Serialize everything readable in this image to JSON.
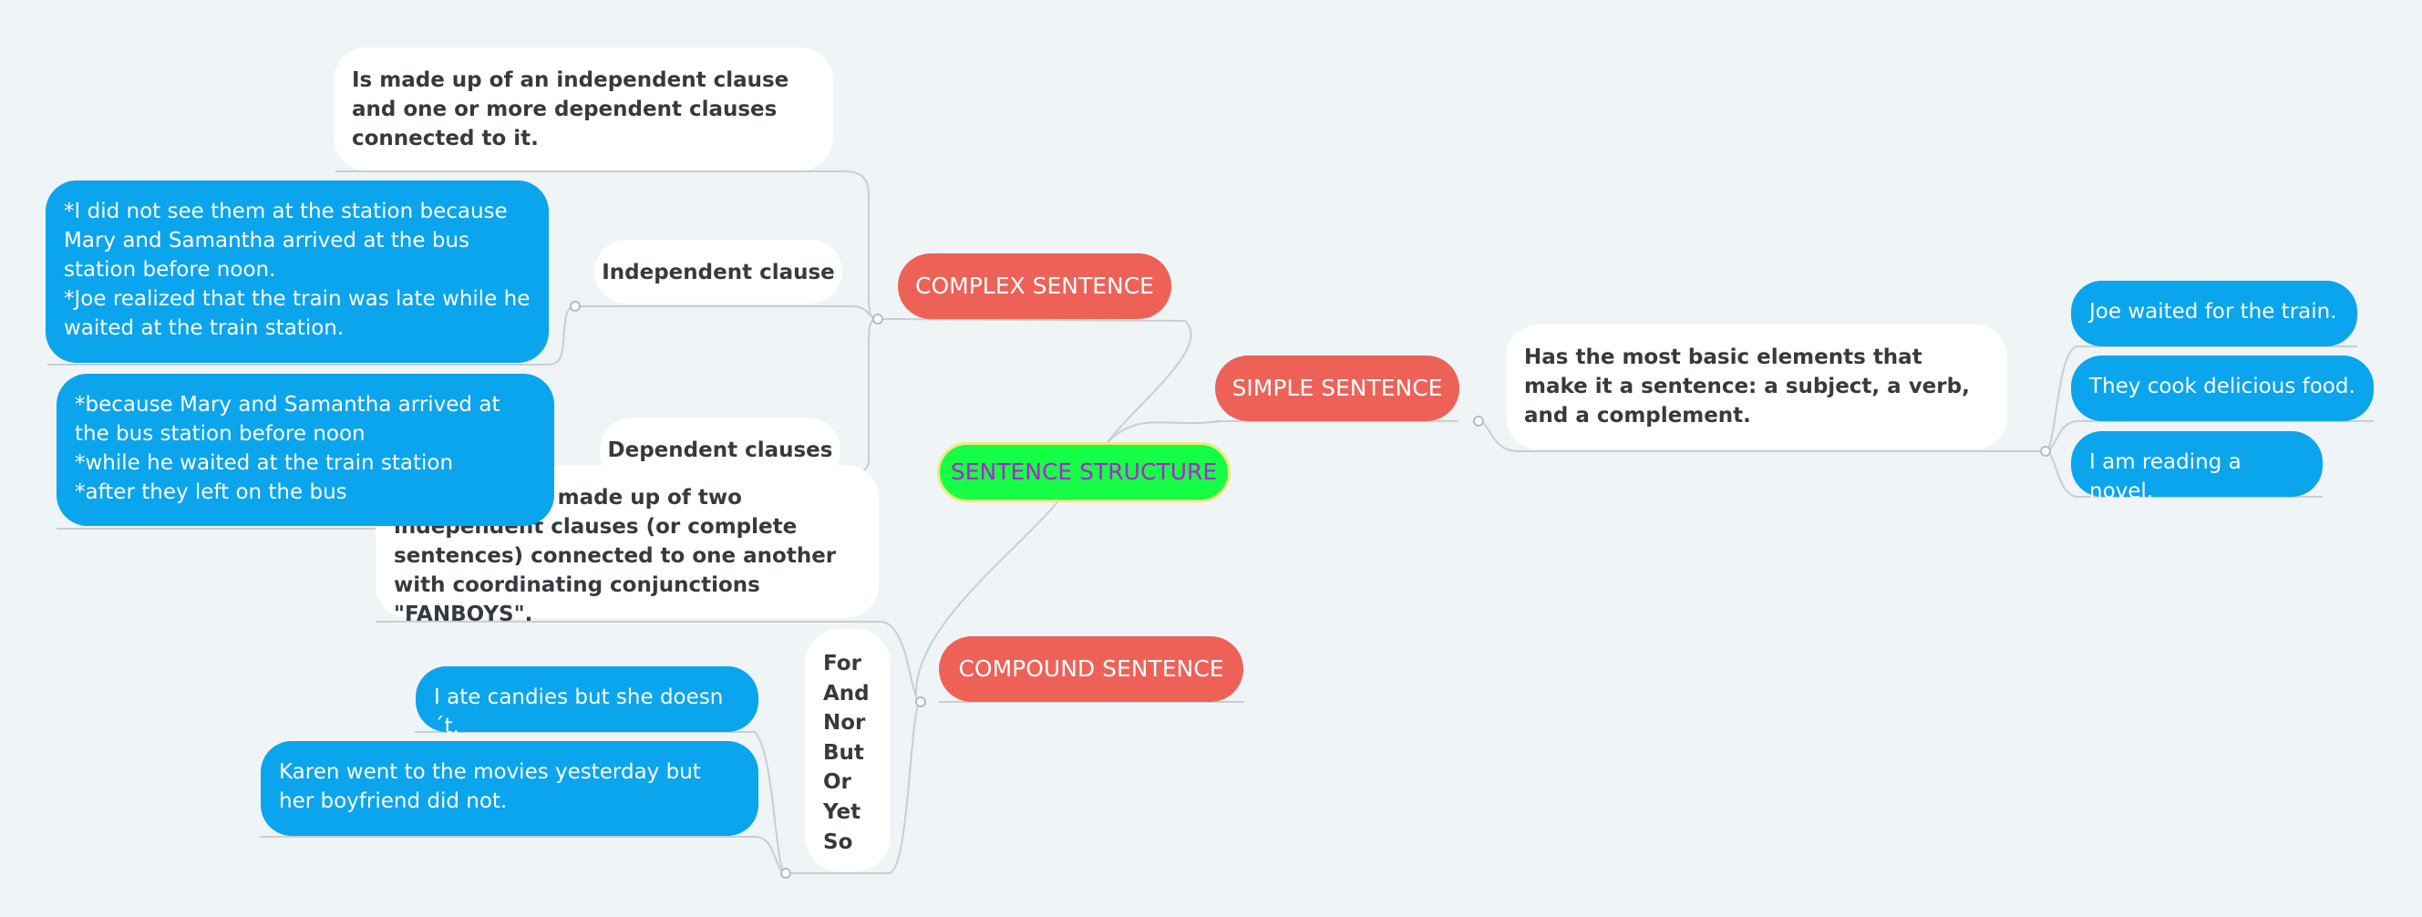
{
  "root": {
    "label": "SENTENCE STRUCTURE"
  },
  "simple": {
    "label": "SIMPLE SENTENCE",
    "definition": "Has the most basic elements that make it a sentence: a subject, a verb, and a complement.",
    "examples": [
      "Joe waited for the train.",
      "They cook delicious food.",
      "I am reading a novel."
    ]
  },
  "complex": {
    "label": "COMPLEX SENTENCE",
    "definition": "Is made up of an independent clause and one or more dependent clauses connected to it.",
    "independent": {
      "label": "Independent clause",
      "example": "*I did not see them at the station because Mary and Samantha arrived at the bus station before noon.\n*Joe realized that the train was late while he waited at the train station."
    },
    "dependent": {
      "label": "Dependent clauses",
      "example": "*because Mary and Samantha arrived at the bus station before noon\n*while he waited at the train station\n*after they left on the bus"
    }
  },
  "compound": {
    "label": "COMPOUND SENTENCE",
    "definition": "Is a sentence made up of two independent clauses (or complete sentences) connected to one another with coordinating conjunctions \"FANBOYS\".",
    "fanboys": "For\nAnd\nNor\nBut\nOr\nYet\nSo",
    "examples": [
      "I ate candies but she doesn´t.",
      "Karen went to the movies yesterday but her boyfriend did not."
    ]
  },
  "colors": {
    "background": "#eff4f6",
    "root_fill": "#16ff46",
    "root_text": "#b122d6",
    "topic_fill": "#ed6157",
    "example_fill": "#0aa5ec",
    "connector": "#c9ced2"
  }
}
